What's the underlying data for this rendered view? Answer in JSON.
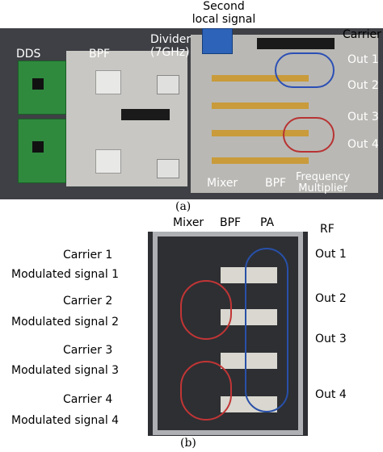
{
  "panel_a": {
    "top_labels": {
      "second_local_signal": "Second\nlocal signal",
      "carrier": "Carrier"
    },
    "photo_labels": {
      "dds": "DDS",
      "bpf": "BPF",
      "divider": "Divider\n(7GHz)",
      "mixer": "Mixer",
      "bpf2": "BPF",
      "frequency_multiplier": "Frequency\nMultiplier"
    },
    "outputs": [
      "Out 1",
      "Out 2",
      "Out 3",
      "Out 4"
    ],
    "caption": "(a)"
  },
  "panel_b": {
    "column_headers": [
      "Mixer",
      "BPF",
      "PA"
    ],
    "rf_header": "RF",
    "inputs": [
      {
        "carrier": "Carrier 1",
        "modulated": "Modulated signal 1"
      },
      {
        "carrier": "Carrier 2",
        "modulated": "Modulated signal 2"
      },
      {
        "carrier": "Carrier 3",
        "modulated": "Modulated signal 3"
      },
      {
        "carrier": "Carrier 4",
        "modulated": "Modulated signal 4"
      }
    ],
    "outputs": [
      "Out 1",
      "Out 2",
      "Out 3",
      "Out 4"
    ],
    "caption": "(b)"
  }
}
